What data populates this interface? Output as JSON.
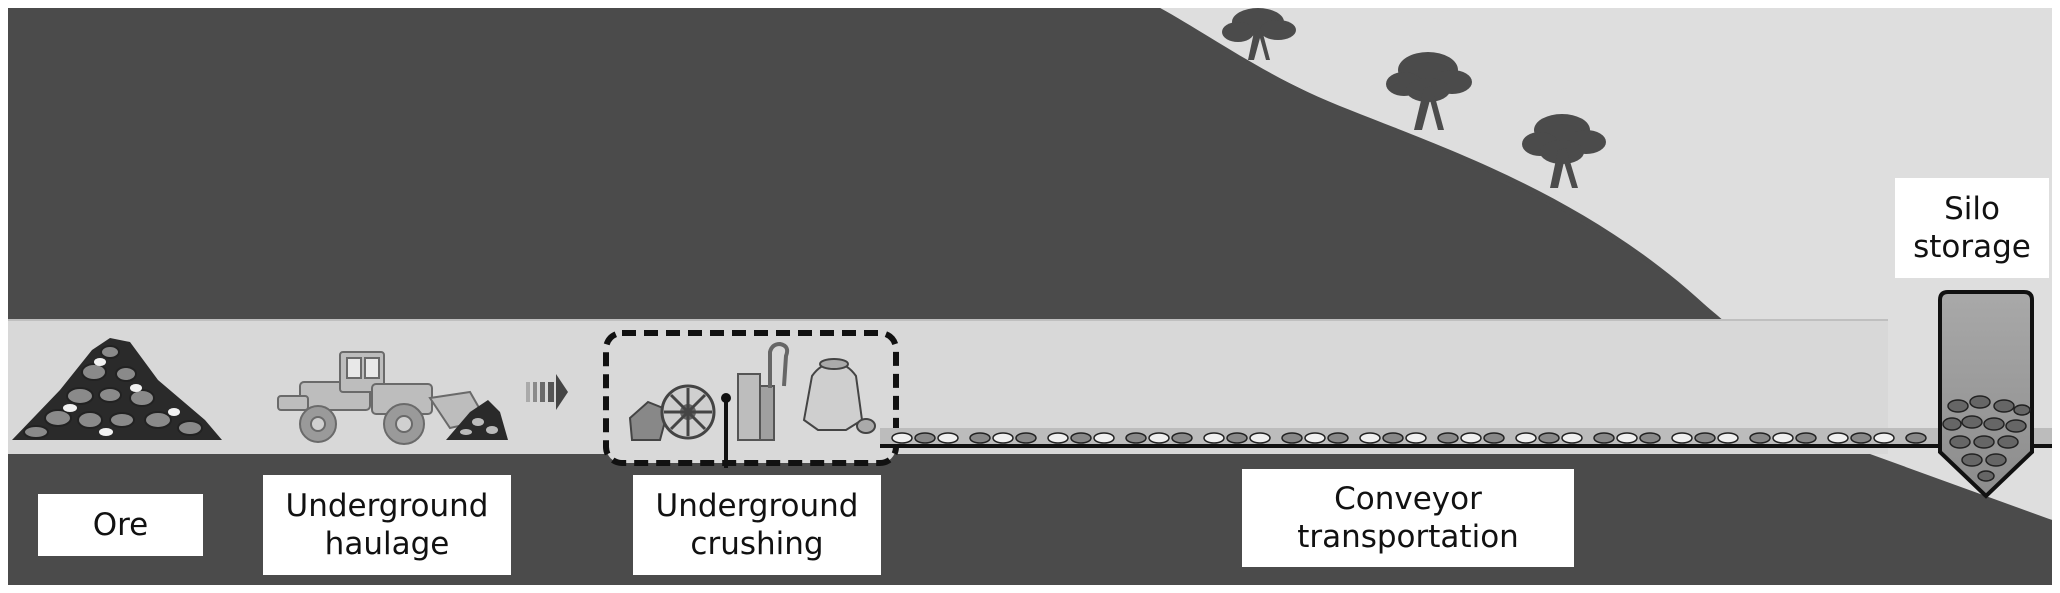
{
  "labels": {
    "ore": "Ore",
    "haulage": [
      "Underground",
      "haulage"
    ],
    "crushing": [
      "Underground",
      "crushing"
    ],
    "conveyor": [
      "Conveyor",
      "transportation"
    ],
    "silo": [
      "Silo",
      "storage"
    ]
  },
  "icons": {
    "ore_pile": "ore-pile-icon",
    "loader": "wheel-loader-icon",
    "arrow": "arrow-right-icon",
    "crusher": "crusher-plant-icon",
    "conveyor": "conveyor-belt-icon",
    "silo": "silo-icon",
    "trees": "tree-icon"
  },
  "colors": {
    "ground": "#4b4b4b",
    "sky": "#dedede",
    "tunnel": "#d8d8d8",
    "frame": "#ffffff",
    "label_bg": "#ffffff",
    "dashed_outline": "#111111"
  }
}
